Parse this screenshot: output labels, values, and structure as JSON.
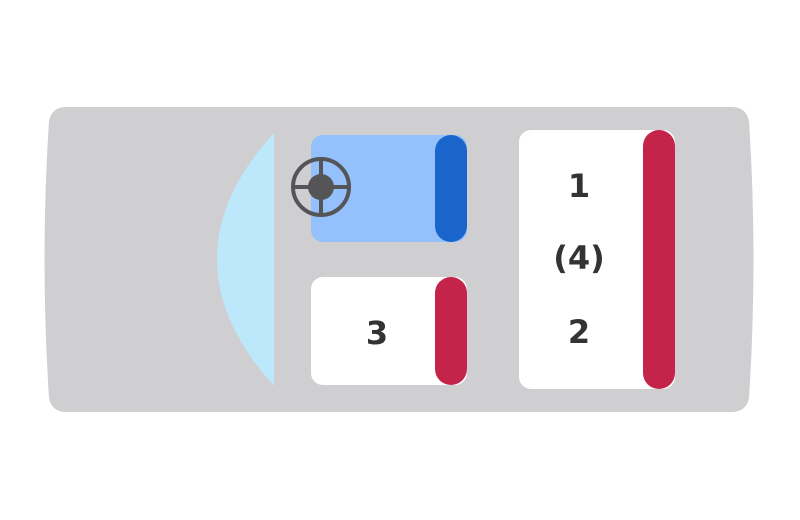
{
  "diagram": {
    "colors": {
      "car_body": "#cfcfd1",
      "windshield": "#bde7fb",
      "seat_driver": "#94c1fb",
      "seat_driver_back": "#1965cc",
      "seat_passenger": "#ffffff",
      "seat_passenger_back": "#c4244a",
      "steering_wheel": "#555557",
      "seat_number": "#333333"
    },
    "seats": {
      "driver": {
        "label": "",
        "icon": "steering-wheel-icon"
      },
      "front_passenger": {
        "label": "3"
      },
      "rear_bench": {
        "labels": [
          "1",
          "(4)",
          "2"
        ]
      }
    }
  }
}
